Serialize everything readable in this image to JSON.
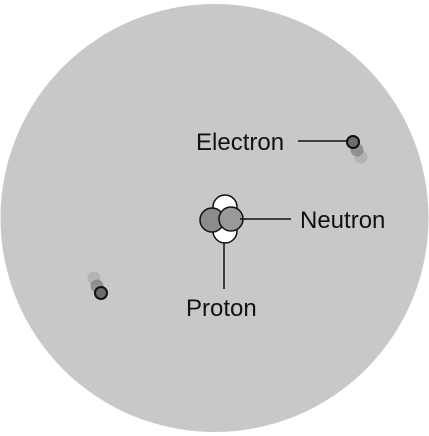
{
  "labels": {
    "electron": "Electron",
    "neutron": "Neutron",
    "proton": "Proton"
  },
  "colors": {
    "atom_fill": "#c8c8c8",
    "particle_fill": "#8c8c8c",
    "proton_fill": "#ffffff",
    "line": "#111111"
  }
}
